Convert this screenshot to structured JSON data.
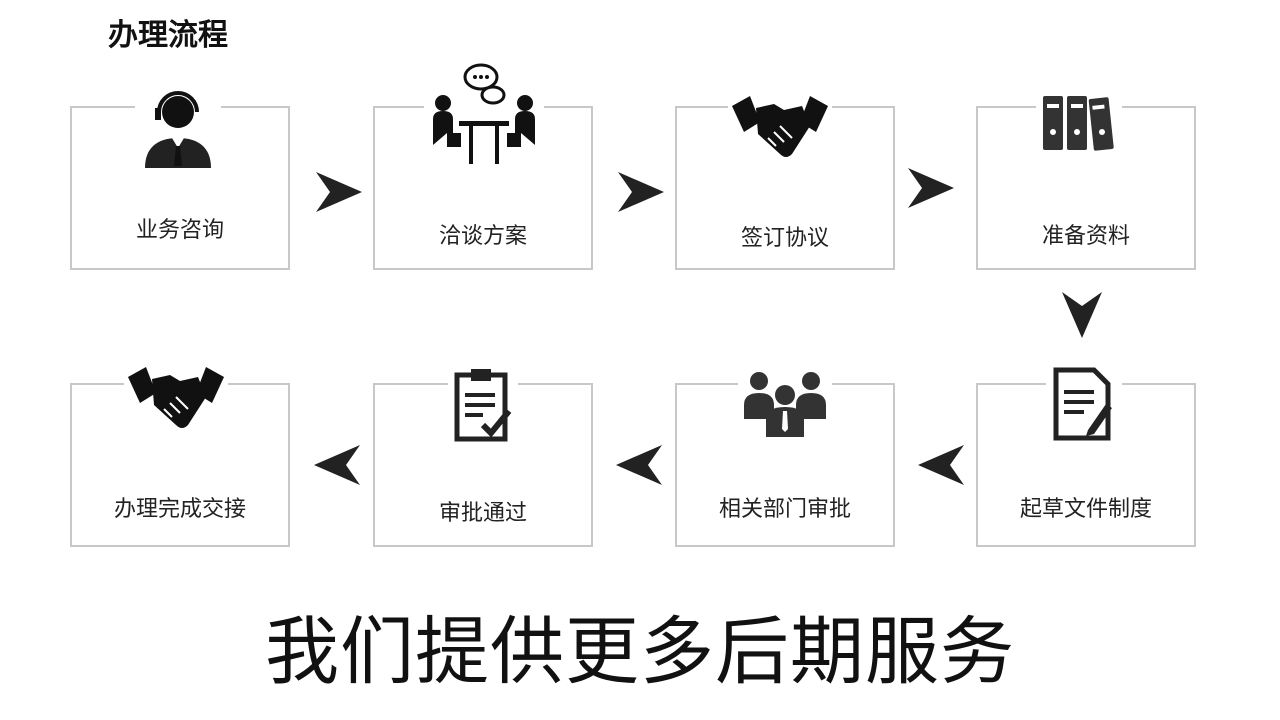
{
  "title": "办理流程",
  "steps": [
    {
      "label": "业务咨询",
      "icon": "customer-service-icon"
    },
    {
      "label": "洽谈方案",
      "icon": "meeting-icon"
    },
    {
      "label": "签订协议",
      "icon": "handshake-icon"
    },
    {
      "label": "准备资料",
      "icon": "binders-icon"
    },
    {
      "label": "起草文件制度",
      "icon": "document-edit-icon"
    },
    {
      "label": "相关部门审批",
      "icon": "team-icon"
    },
    {
      "label": "审批通过",
      "icon": "clipboard-check-icon"
    },
    {
      "label": "办理完成交接",
      "icon": "handshake-icon"
    }
  ],
  "footer": "我们提供更多后期服务"
}
